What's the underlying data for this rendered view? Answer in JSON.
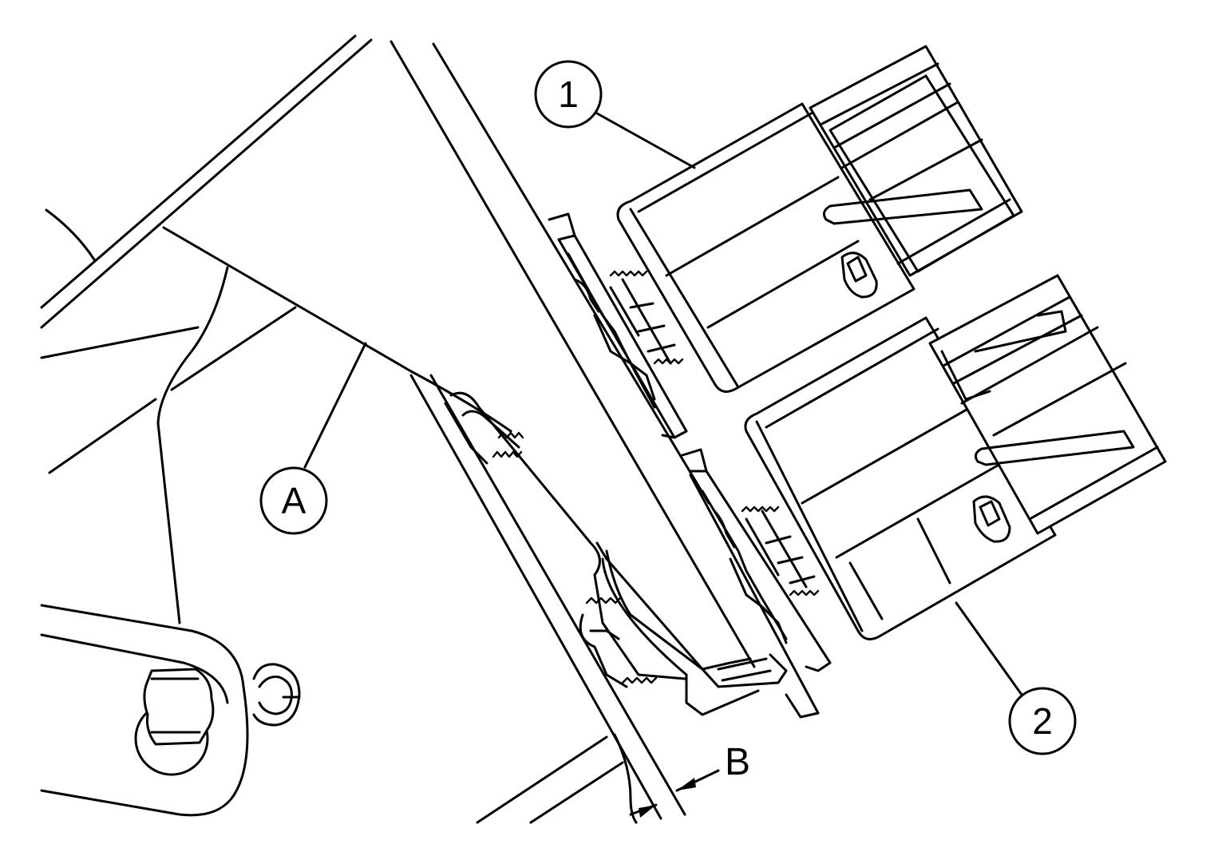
{
  "callouts": {
    "one": "1",
    "two": "2",
    "a": "A",
    "b": "B"
  },
  "colors": {
    "line": "#000000",
    "background": "#ffffff"
  }
}
